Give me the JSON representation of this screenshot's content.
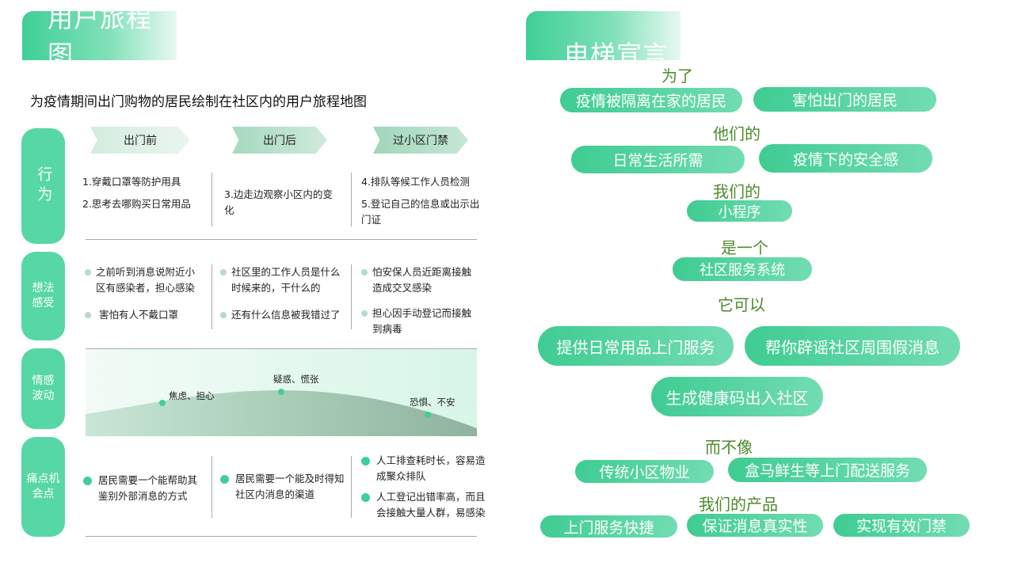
{
  "left": {
    "header": "用户旅程图",
    "subtitle": "为疫情期间出门购物的居民绘制在社区内的用户旅程地图",
    "stages": [
      "出门前",
      "出门后",
      "过小区门禁"
    ],
    "rows": {
      "behavior": {
        "label": "行为",
        "cells": [
          [
            "1.穿戴口罩等防护用具",
            "2.思考去哪购买日常用品"
          ],
          [
            "3.边走边观察小区内的变化"
          ],
          [
            "4.排队等候工作人员检测",
            "5.登记自己的信息或出示出门证"
          ]
        ]
      },
      "thoughts": {
        "label": "想法感受",
        "cells": [
          [
            "之前听到消息说附近小区有感染者，担心感染",
            "害怕有人不戴口罩"
          ],
          [
            "社区里的工作人员是什么时候来的，干什么的",
            "还有什么信息被我错过了"
          ],
          [
            "怕安保人员近距离接触造成交叉感染",
            "担心因手动登记而接触到病毒"
          ]
        ]
      },
      "emotion": {
        "label": "情感波动",
        "points": [
          "焦虑、担心",
          "疑惑、慌张",
          "恐惧、不安"
        ]
      },
      "pain": {
        "label": "痛点机会点",
        "cells": [
          [
            "居民需要一个能帮助其鉴别外部消息的方式"
          ],
          [
            "居民需要一个能及时得知社区内消息的渠道"
          ],
          [
            "人工排查耗时长，容易造成聚众排队",
            "人工登记出错率高，而且会接触大量人群，易感染"
          ]
        ]
      }
    }
  },
  "right": {
    "header": "电梯宣言",
    "c1": "为了",
    "users": [
      "疫情被隔离在家的居民",
      "害怕出门的居民"
    ],
    "c2": "他们的",
    "needs": [
      "日常生活所需",
      "疫情下的安全感"
    ],
    "c3": "我们的",
    "product": "小程序",
    "c4": "是一个",
    "category": "社区服务系统",
    "c5": "它可以",
    "features": [
      "提供日常用品上门服务",
      "帮你辟谣社区周围假消息",
      "生成健康码出入社区"
    ],
    "c6": "而不像",
    "competitors": [
      "传统小区物业",
      "盒马鲜生等上门配送服务"
    ],
    "c7": "我们的产品",
    "advantages": [
      "上门服务快捷",
      "保证消息真实性",
      "实现有效门禁"
    ]
  },
  "colors": {
    "accent": "#3fcf97",
    "connector": "#4e8a2c",
    "rowlabel": "#57d7a5"
  }
}
